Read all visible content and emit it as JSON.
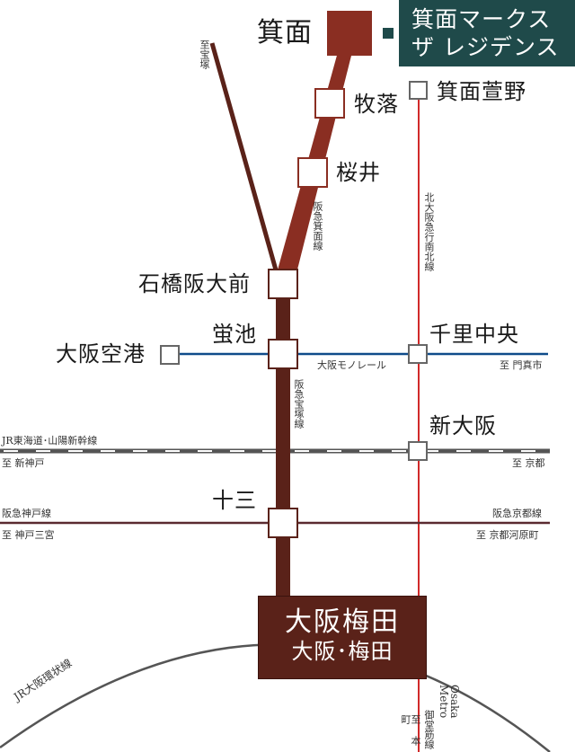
{
  "colors": {
    "hankyu_minoh": "#8a2e22",
    "hankyu_takarazuka": "#5a2219",
    "midosuji": "#d12a2a",
    "monorail": "#0f4b8a",
    "shinkansen": "#555555",
    "kobe_kyoto": "#5a2a30",
    "loop": "#555555",
    "property": "#1f4a4a"
  },
  "property": {
    "line1": "箕面マークス",
    "line2": "ザ レジデンス"
  },
  "terminal": {
    "label": "箕面"
  },
  "stations": {
    "makiochi": "牧落",
    "sakurai": "桜井",
    "ishibashi": "石橋阪大前",
    "hotarugaike": "蛍池",
    "osaka_airport": "大阪空港",
    "minoh_kayano": "箕面萱野",
    "senri_chuo": "千里中央",
    "shin_osaka": "新大阪",
    "juso": "十三"
  },
  "umeda": {
    "line1": "大阪梅田",
    "line2": "大阪･梅田"
  },
  "lines": {
    "to_takarazuka": "至宝塚",
    "hankyu_minoh": "阪急箕面線",
    "hankyu_takarazuka": "阪急宝塚線",
    "kita_osaka_kyuko": "北大阪急行南北線",
    "monorail": "大阪モノレール",
    "to_kadoma": "至 門真市",
    "shinkansen": "JR東海道･山陽新幹線",
    "to_shinkobe": "至 新神戸",
    "to_kyoto": "至 京都",
    "hankyu_kobe": "阪急神戸線",
    "to_kobe_sannomiya": "至 神戸三宮",
    "hankyu_kyoto": "阪急京都線",
    "to_kawaramachi": "至 京都河原町",
    "jr_loop": "JR大阪環状線",
    "midosuji_en": "Osaka Metro",
    "midosuji_jp": "御堂筋線",
    "to_honmachi": "至 本町"
  }
}
